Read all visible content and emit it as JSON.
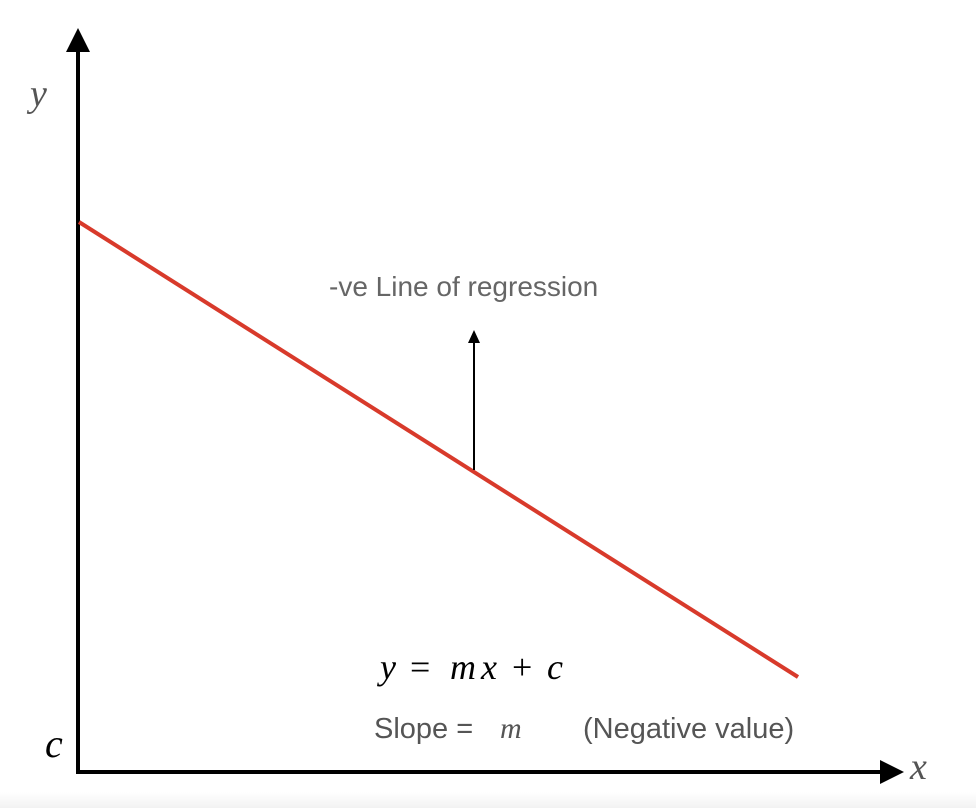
{
  "axes": {
    "y_label": "y",
    "x_label": "x",
    "origin_label": "c"
  },
  "annotation": {
    "line_label": "-ve Line of regression"
  },
  "equation": {
    "y": "y",
    "equals": "=",
    "m": "m",
    "x": "x",
    "plus": "+",
    "c": "c"
  },
  "slope": {
    "prefix": "Slope =",
    "symbol": "m",
    "note": "(Negative value)"
  },
  "colors": {
    "regression_line": "#d83a2b",
    "axes": "#000000",
    "annotation_text": "#666666",
    "slope_text": "#555555"
  }
}
